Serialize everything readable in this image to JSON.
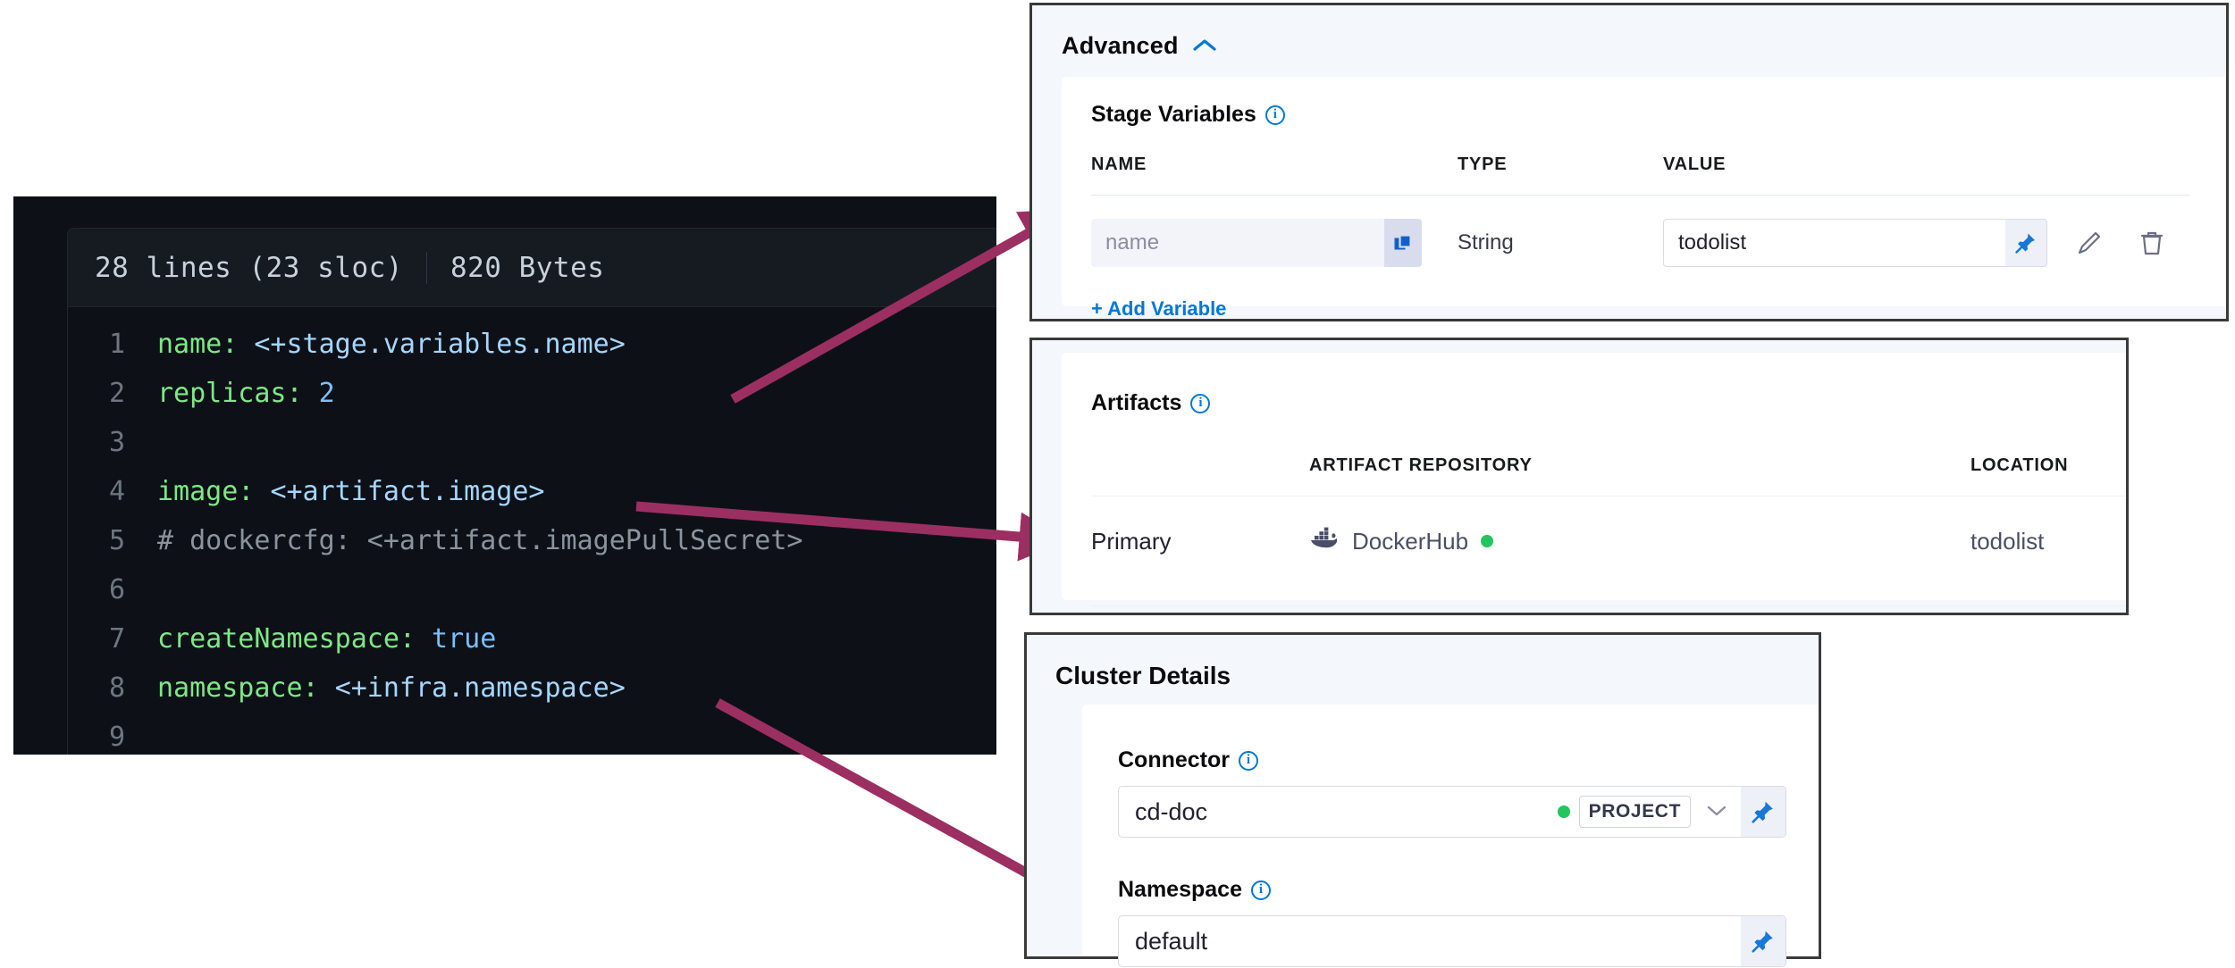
{
  "code_viewer": {
    "lines_meta": "28 lines (23 sloc)",
    "bytes_meta": "820 Bytes",
    "lines": [
      {
        "num": "1",
        "parts": [
          {
            "t": "name:",
            "c": "tok-key"
          },
          {
            "t": " ",
            "c": "ltxt"
          },
          {
            "t": "<+stage.variables.name>",
            "c": "tok-expr"
          }
        ]
      },
      {
        "num": "2",
        "parts": [
          {
            "t": "replicas:",
            "c": "tok-key"
          },
          {
            "t": " ",
            "c": "ltxt"
          },
          {
            "t": "2",
            "c": "tok-num"
          }
        ]
      },
      {
        "num": "3",
        "parts": []
      },
      {
        "num": "4",
        "parts": [
          {
            "t": "image:",
            "c": "tok-key"
          },
          {
            "t": " ",
            "c": "ltxt"
          },
          {
            "t": "<+artifact.image>",
            "c": "tok-expr"
          }
        ]
      },
      {
        "num": "5",
        "parts": [
          {
            "t": "# dockercfg: <+artifact.imagePullSecret>",
            "c": "tok-cmt"
          }
        ]
      },
      {
        "num": "6",
        "parts": []
      },
      {
        "num": "7",
        "parts": [
          {
            "t": "createNamespace:",
            "c": "tok-key"
          },
          {
            "t": " ",
            "c": "ltxt"
          },
          {
            "t": "true",
            "c": "tok-bool"
          }
        ]
      },
      {
        "num": "8",
        "parts": [
          {
            "t": "namespace:",
            "c": "tok-key"
          },
          {
            "t": " ",
            "c": "ltxt"
          },
          {
            "t": "<+infra.namespace>",
            "c": "tok-expr"
          }
        ]
      },
      {
        "num": "9",
        "parts": []
      }
    ]
  },
  "advanced_panel": {
    "title": "Advanced",
    "collapse_icon": "⌃",
    "stage_variables_label": "Stage Variables",
    "columns": {
      "name": "NAME",
      "type": "TYPE",
      "value": "VALUE"
    },
    "variable_row": {
      "name_placeholder": "name",
      "name_value": "",
      "type": "String",
      "value": "todolist"
    },
    "add_variable_label": "+ Add Variable"
  },
  "artifacts_panel": {
    "title": "Artifacts",
    "columns": {
      "repository": "ARTIFACT REPOSITORY",
      "location": "LOCATION"
    },
    "rows": [
      {
        "kind": "Primary",
        "repository": "DockerHub",
        "location": "todolist",
        "status_color": "#22c55e"
      }
    ]
  },
  "cluster_panel": {
    "title": "Cluster Details",
    "connector_label": "Connector",
    "connector_value": "cd-doc",
    "connector_scope": "PROJECT",
    "connector_status_color": "#22c55e",
    "namespace_label": "Namespace",
    "namespace_value": "default"
  },
  "colors": {
    "accent_blue": "#0278d5",
    "arrow": "#9c2f62",
    "code_bg": "#0d1117",
    "panel_border": "#3a3a3a",
    "panel_bg": "#f4f8fc"
  }
}
